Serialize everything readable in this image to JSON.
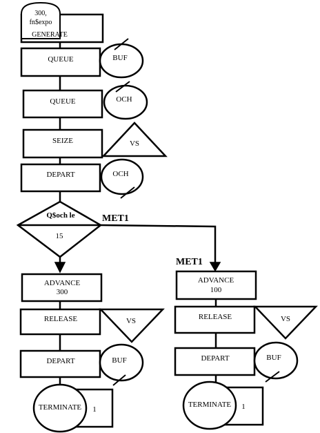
{
  "left": {
    "generate": {
      "params_line1": "300,",
      "params_line2": "fn$expo",
      "label": "GENERATE"
    },
    "queue_buf": {
      "label": "QUEUE",
      "circle": "BUF"
    },
    "queue_och": {
      "label": "QUEUE",
      "circle": "OCH"
    },
    "seize": {
      "label": "SEIZE",
      "triangle": "VS"
    },
    "depart_och": {
      "label": "DEPART",
      "circle": "OCH"
    },
    "test": {
      "top": "Q$och le",
      "bottom": "15"
    },
    "advance": {
      "line1": "ADVANCE",
      "line2": "300"
    },
    "release": {
      "label": "RELEASE",
      "triangle": "VS"
    },
    "depart_buf": {
      "label": "DEPART",
      "circle": "BUF"
    },
    "terminate": {
      "label": "TERMINATE",
      "value": "1"
    }
  },
  "met1_branch_label": "MET1",
  "met1_block_label": "MET1",
  "right": {
    "advance": {
      "line1": "ADVANCE",
      "line2": "100"
    },
    "release": {
      "label": "RELEASE",
      "triangle": "VS"
    },
    "depart_buf": {
      "label": "DEPART",
      "circle": "BUF"
    },
    "terminate": {
      "label": "TERMINATE",
      "value": "1"
    }
  }
}
